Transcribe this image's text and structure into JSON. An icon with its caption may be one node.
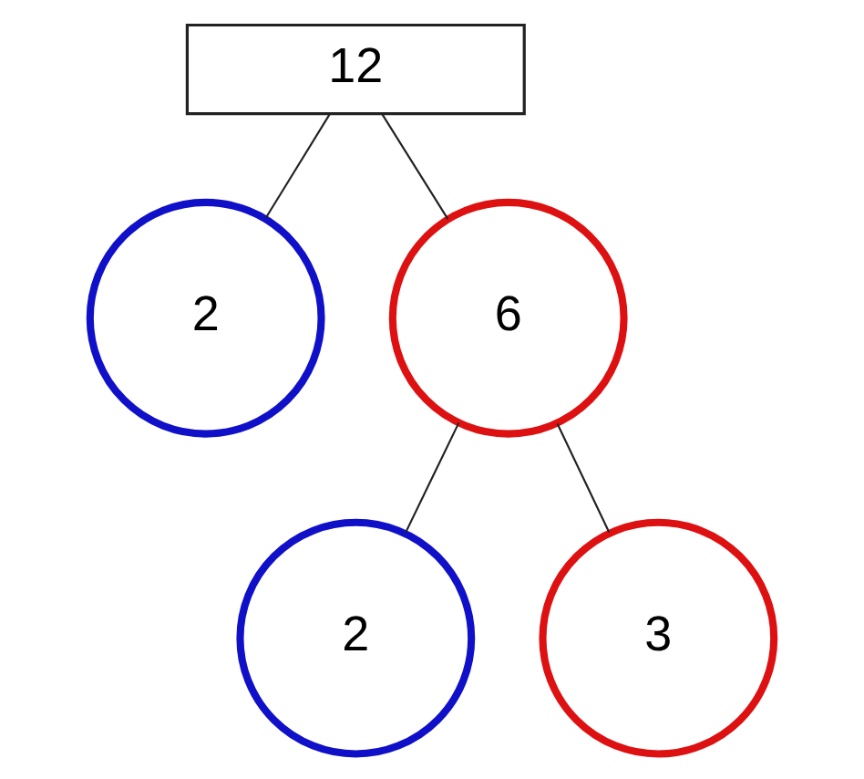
{
  "diagram": {
    "nodes": [
      {
        "text": [
          "12"
        ]
      },
      {
        "text": [
          "2"
        ]
      },
      {
        "text": [
          "6"
        ]
      },
      {
        "text": [
          "2"
        ]
      },
      {
        "text": [
          "3"
        ]
      }
    ],
    "edges": [
      {
        "from": 0,
        "to": 1,
        "arrow": "none"
      },
      {
        "from": 0,
        "to": 2,
        "arrow": "none"
      },
      {
        "from": 2,
        "to": 3,
        "arrow": "none"
      },
      {
        "from": 2,
        "to": 4,
        "arrow": "none"
      }
    ]
  }
}
